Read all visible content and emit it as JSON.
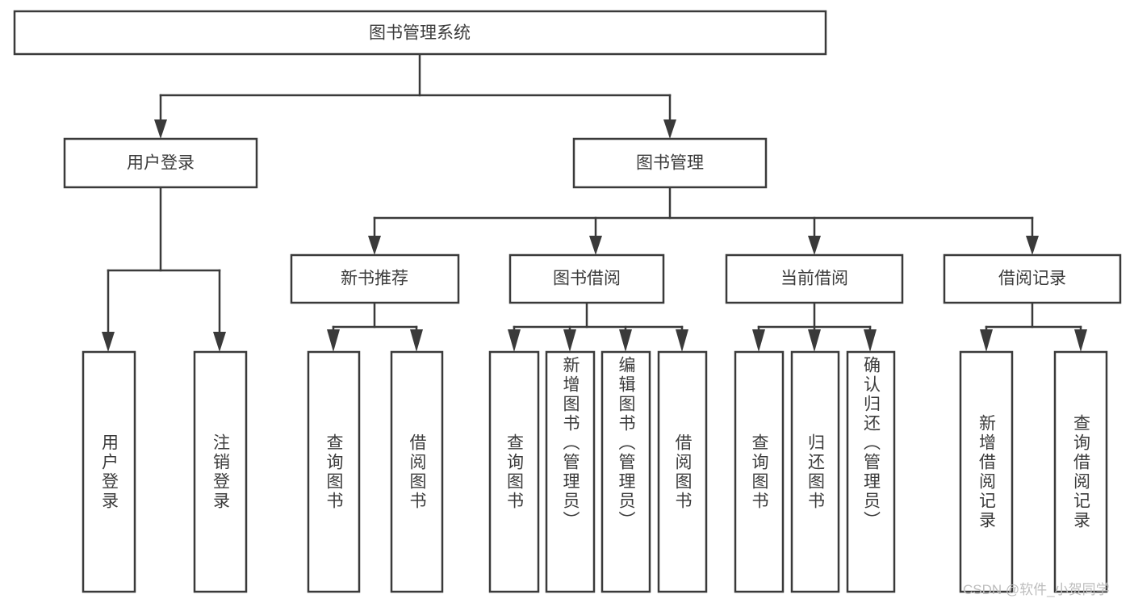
{
  "diagram": {
    "type": "tree",
    "title": "图书管理系统",
    "orientation": "top-down",
    "colors": {
      "box_fill": "#ffffff",
      "box_stroke": "#3a3a3a",
      "text": "#3b3b3b",
      "connector": "#3a3a3a",
      "watermark": "#bdbdbd",
      "background": "#ffffff"
    },
    "root": {
      "label": "图书管理系统"
    },
    "level2": [
      {
        "label": "用户登录"
      },
      {
        "label": "图书管理"
      }
    ],
    "level3": [
      {
        "label": "新书推荐"
      },
      {
        "label": "图书借阅"
      },
      {
        "label": "当前借阅"
      },
      {
        "label": "借阅记录"
      }
    ],
    "leaves": [
      {
        "label": "用户登录",
        "parent": "用户登录"
      },
      {
        "label": "注销登录",
        "parent": "用户登录"
      },
      {
        "label": "查询图书",
        "parent": "新书推荐"
      },
      {
        "label": "借阅图书",
        "parent": "新书推荐"
      },
      {
        "label": "查询图书",
        "parent": "图书借阅"
      },
      {
        "label": "新增图书（管理员）",
        "parent": "图书借阅"
      },
      {
        "label": "编辑图书（管理员）",
        "parent": "图书借阅"
      },
      {
        "label": "借阅图书",
        "parent": "图书借阅"
      },
      {
        "label": "查询图书",
        "parent": "当前借阅"
      },
      {
        "label": "归还图书",
        "parent": "当前借阅"
      },
      {
        "label": "确认归还（管理员）",
        "parent": "当前借阅"
      },
      {
        "label": "新增借阅记录",
        "parent": "借阅记录"
      },
      {
        "label": "查询借阅记录",
        "parent": "借阅记录"
      }
    ]
  },
  "watermark": {
    "text": "CSDN @软件_小贺同学"
  }
}
